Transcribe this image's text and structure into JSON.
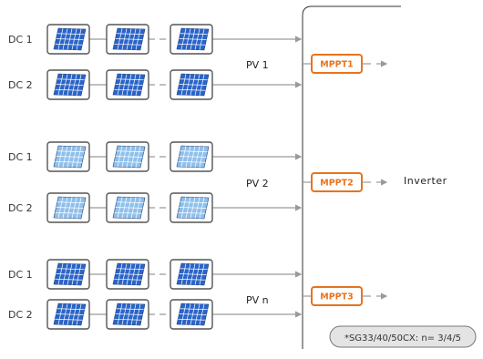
{
  "colors": {
    "panel_dark": "#2a64c8",
    "panel_light": "#8fc0ec",
    "frame": "#555555",
    "mppt_accent": "#e8731f",
    "wire": "#9a9a9a",
    "note_bg": "#e4e4e4"
  },
  "groups": [
    {
      "pv_label": "PV 1",
      "mppt_label": "MPPT1",
      "panel_style": "dark",
      "strings": [
        {
          "label": "DC 1"
        },
        {
          "label": "DC 2"
        }
      ]
    },
    {
      "pv_label": "PV 2",
      "mppt_label": "MPPT2",
      "panel_style": "light",
      "strings": [
        {
          "label": "DC 1"
        },
        {
          "label": "DC 2"
        }
      ]
    },
    {
      "pv_label": "PV n",
      "mppt_label": "MPPT3",
      "panel_style": "dark",
      "strings": [
        {
          "label": "DC 1"
        },
        {
          "label": "DC 2"
        }
      ]
    }
  ],
  "inverter": {
    "label": "Inverter"
  },
  "note": "*SG33/40/50CX: n= 3/4/5"
}
